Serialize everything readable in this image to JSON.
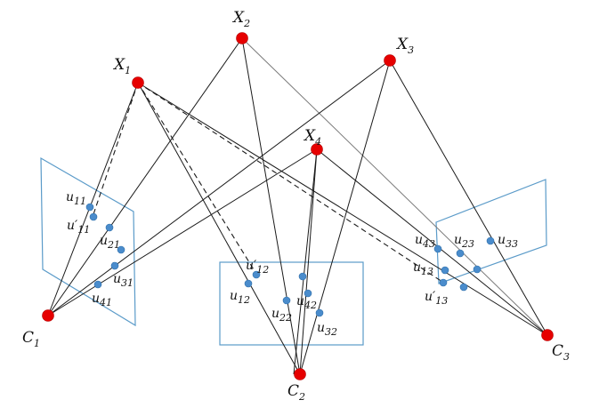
{
  "colors": {
    "world_point": "#e60000",
    "camera_center": "#e60000",
    "image_point": "#4a8ccc",
    "image_plane": "#5b9bc9",
    "ray": "#1a1a1a"
  },
  "labels": {
    "X1": {
      "base": "X",
      "sub": "1"
    },
    "X2": {
      "base": "X",
      "sub": "2"
    },
    "X3": {
      "base": "X",
      "sub": "3"
    },
    "X4": {
      "base": "X",
      "sub": "4"
    },
    "C1": {
      "base": "C",
      "sub": "1"
    },
    "C2": {
      "base": "C",
      "sub": "2"
    },
    "C3": {
      "base": "C",
      "sub": "3"
    },
    "u11": {
      "base": "u",
      "sub": "11"
    },
    "u11p": {
      "base": "u′",
      "sub": "11"
    },
    "u21": {
      "base": "u",
      "sub": "21"
    },
    "u31": {
      "base": "u",
      "sub": "31"
    },
    "u41": {
      "base": "u",
      "sub": "41"
    },
    "u12p": {
      "base": "u′",
      "sub": "12"
    },
    "u12": {
      "base": "u",
      "sub": "12"
    },
    "u22": {
      "base": "u",
      "sub": "22"
    },
    "u42": {
      "base": "u",
      "sub": "42"
    },
    "u32": {
      "base": "u",
      "sub": "32"
    },
    "u43": {
      "base": "u",
      "sub": "43"
    },
    "u23": {
      "base": "u",
      "sub": "23"
    },
    "u33": {
      "base": "u",
      "sub": "33"
    },
    "u13": {
      "base": "u",
      "sub": "13"
    },
    "u13p": {
      "base": "u′",
      "sub": "13"
    }
  }
}
